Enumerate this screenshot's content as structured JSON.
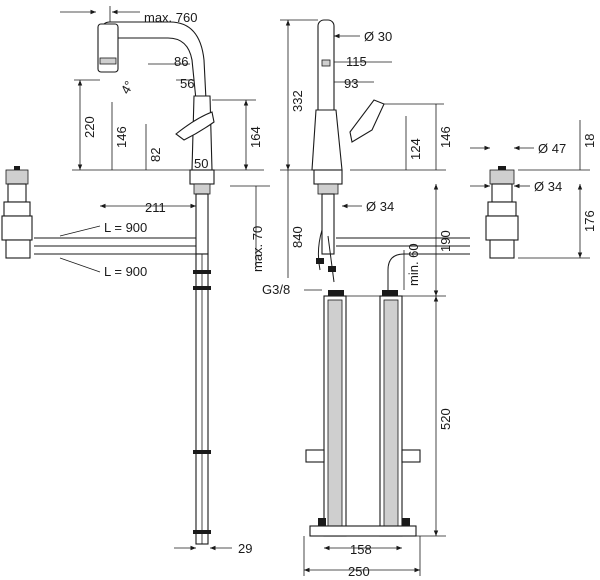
{
  "labels": {
    "max_reach": "max. 760",
    "angle": "4°",
    "d86": "86",
    "d56": "56",
    "d220": "220",
    "d146_left": "146",
    "d82": "82",
    "d164": "164",
    "d50": "50",
    "d211": "211",
    "max70": "max. 70",
    "hose_l_top": "L = 900",
    "hose_l_bottom": "L = 900",
    "d29": "29",
    "d332": "332",
    "d30": "Ø 30",
    "d115": "115",
    "d93": "93",
    "d124": "124",
    "d146_right": "146",
    "d840": "840",
    "d34_mid": "Ø 34",
    "g38": "G3/8",
    "min60": "min. 60",
    "d190": "190",
    "d520": "520",
    "d158": "158",
    "d250": "250",
    "d47": "Ø 47",
    "d18": "18",
    "d34_right": "Ø 34",
    "d176": "176"
  }
}
